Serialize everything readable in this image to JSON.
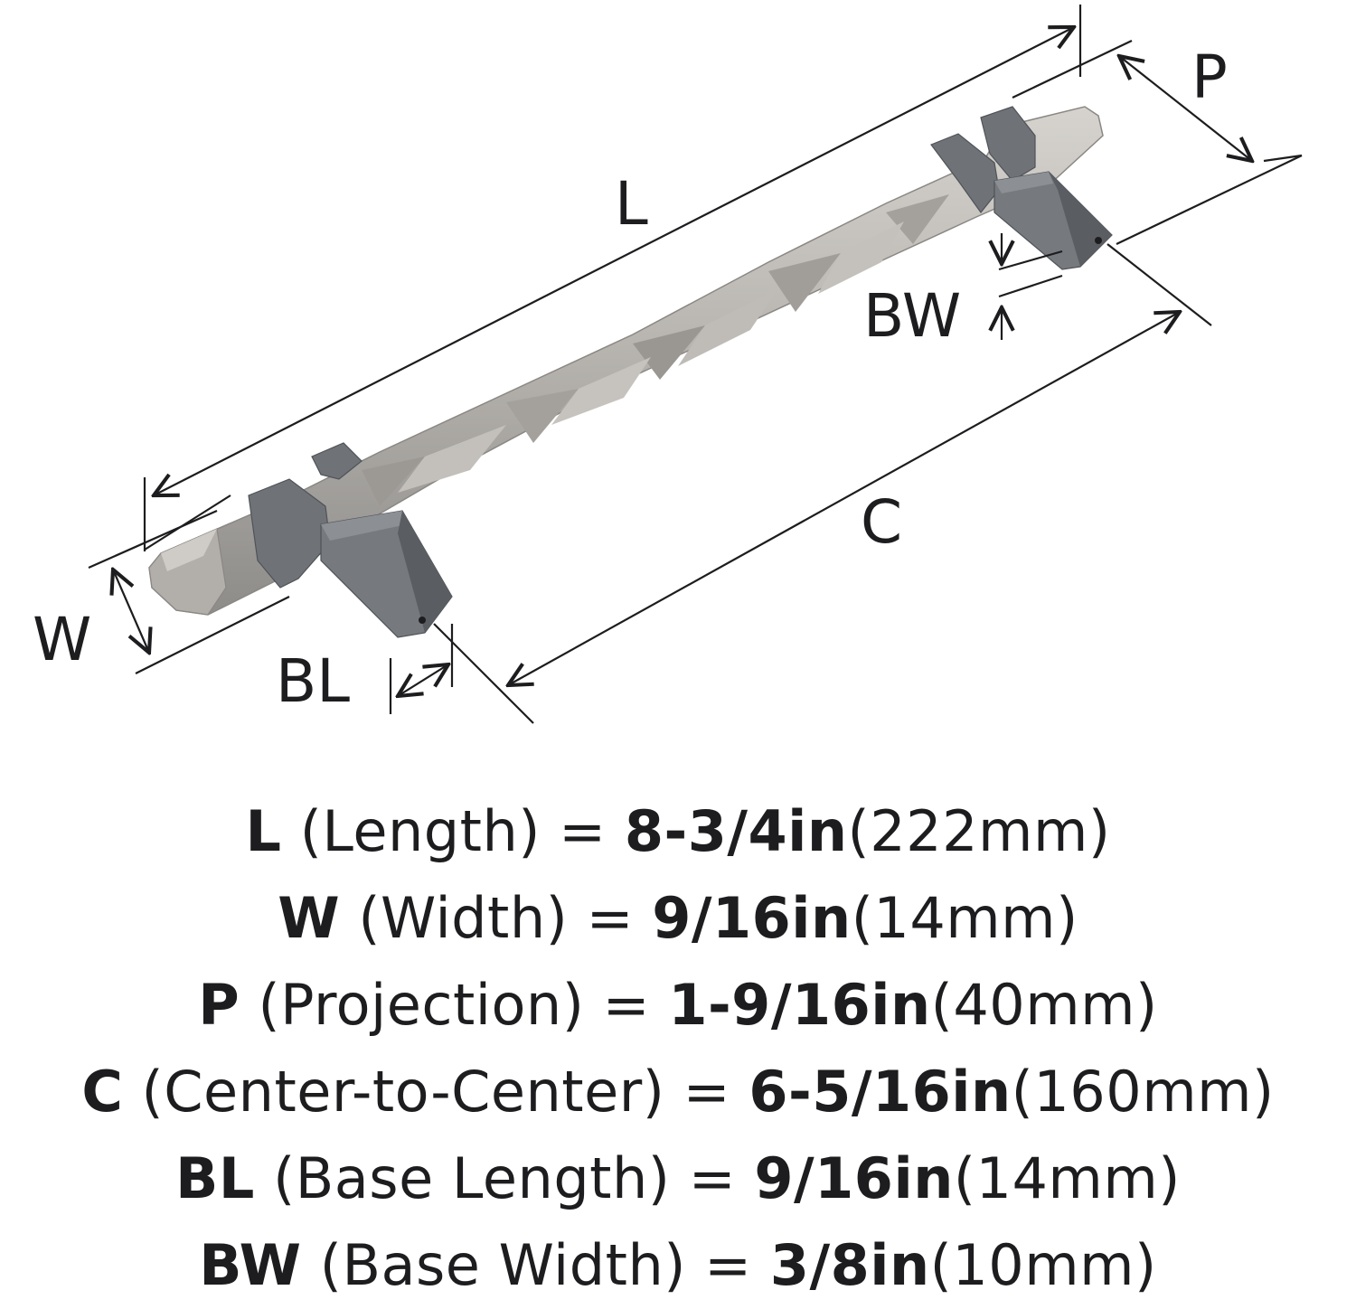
{
  "labels": {
    "L": "L",
    "W": "W",
    "P": "P",
    "C": "C",
    "BL": "BL",
    "BW": "BW"
  },
  "specs": [
    {
      "key": "L",
      "name": "(Length)",
      "value": "8-3/4in",
      "metric": "(222mm)"
    },
    {
      "key": "W",
      "name": "(Width)",
      "value": "9/16in",
      "metric": "(14mm)"
    },
    {
      "key": "P",
      "name": "(Projection)",
      "value": "1-9/16in",
      "metric": "(40mm)"
    },
    {
      "key": "C",
      "name": "(Center-to-Center)",
      "value": "6-5/16in",
      "metric": "(160mm)"
    },
    {
      "key": "BL",
      "name": "(Base Length)",
      "value": "9/16in",
      "metric": "(14mm)"
    },
    {
      "key": "BW",
      "name": "(Base Width)",
      "value": "3/8in",
      "metric": "(10mm)"
    }
  ],
  "colors": {
    "bar_light": "#c9c6c1",
    "bar_mid": "#a9a6a2",
    "bar_dark": "#7f7d7b",
    "post": "#6f7378",
    "post_dark": "#4f5358",
    "line": "#1d1d1f"
  }
}
